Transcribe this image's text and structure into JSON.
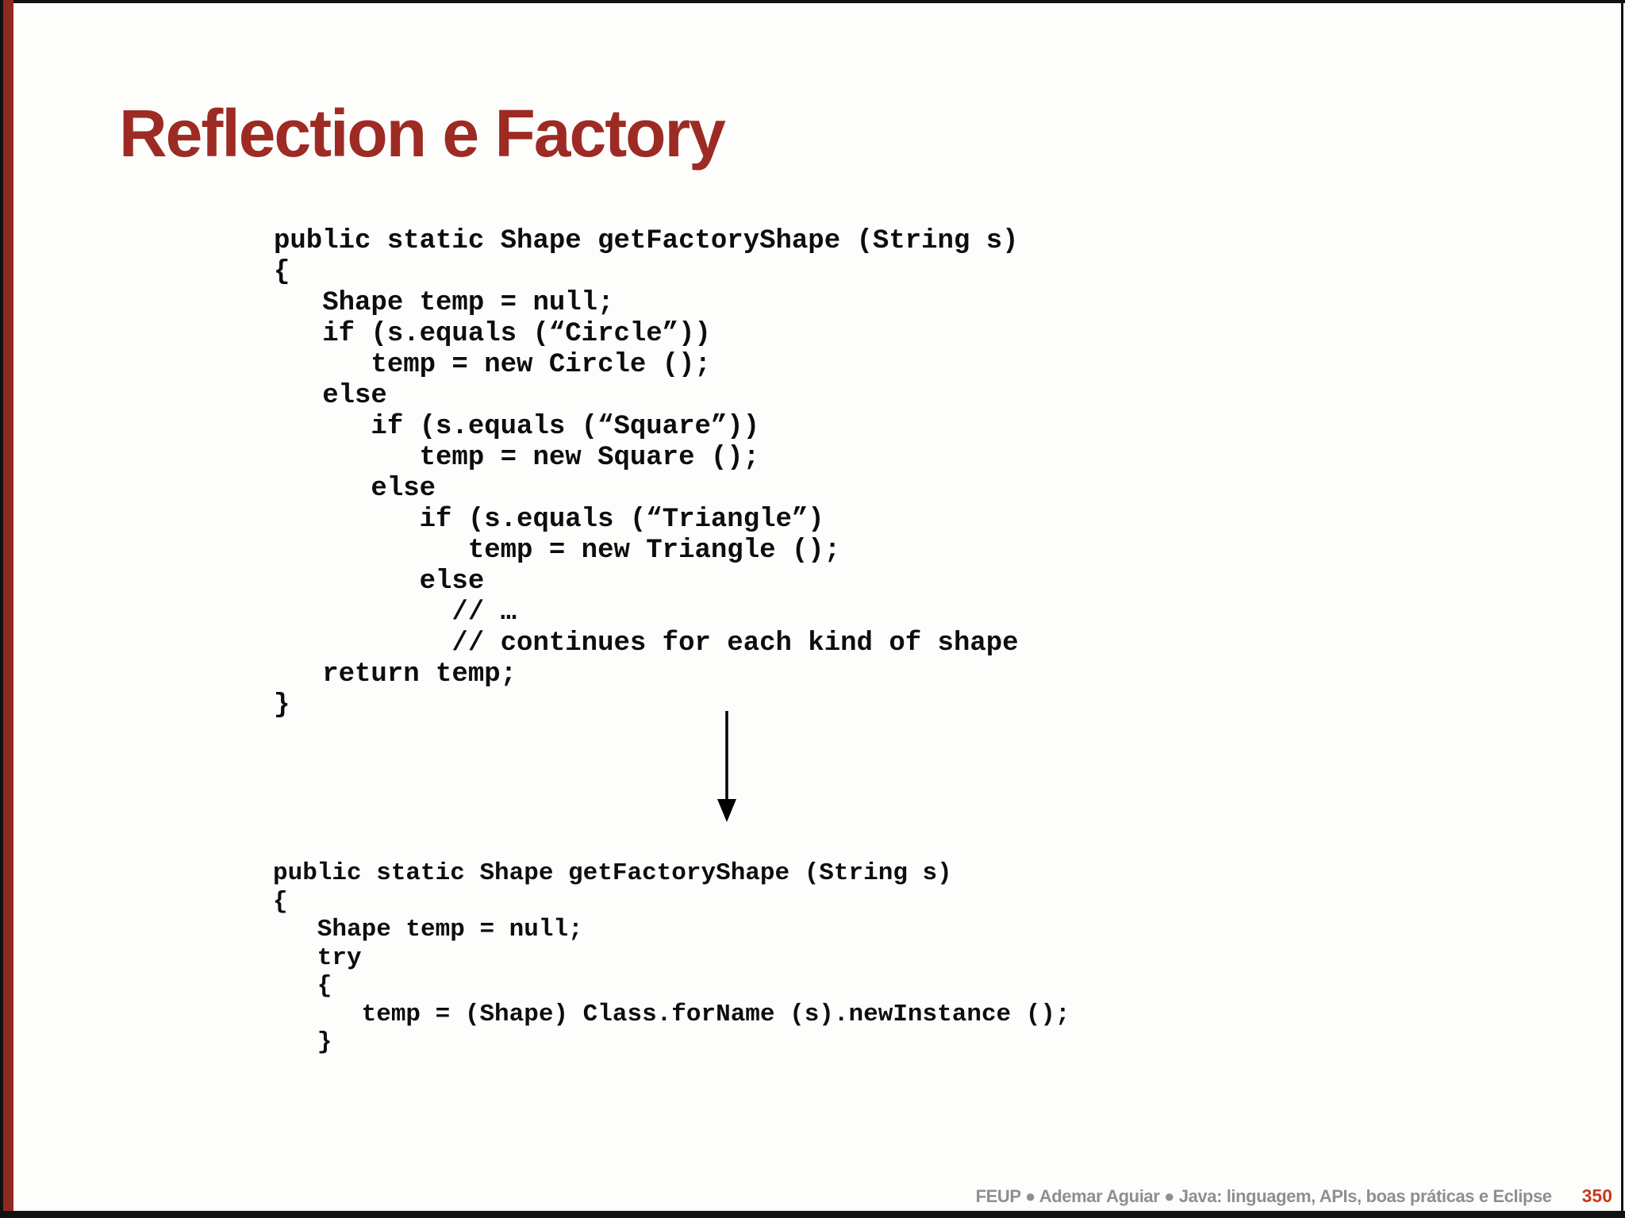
{
  "title": "Reflection e Factory",
  "code_blocks": [
    {
      "id": "if-else-factory",
      "lines": [
        "public static Shape getFactoryShape (String s)",
        "{",
        "   Shape temp = null;",
        "   if (s.equals (“Circle”))",
        "      temp = new Circle ();",
        "   else",
        "      if (s.equals (“Square”))",
        "         temp = new Square ();",
        "      else",
        "         if (s.equals (“Triangle”)",
        "            temp = new Triangle ();",
        "         else",
        "           // …",
        "           // continues for each kind of shape",
        "   return temp;",
        "}"
      ]
    },
    {
      "id": "reflection-factory",
      "lines": [
        "public static Shape getFactoryShape (String s)",
        "{",
        "   Shape temp = null;",
        "   try",
        "   {",
        "      temp = (Shape) Class.forName (s).newInstance ();",
        "   }"
      ]
    }
  ],
  "icons": {
    "between_blocks": "down-arrow"
  },
  "footer": {
    "credits": "FEUP ● Ademar Aguiar ● Java: linguagem, APIs, boas práticas e Eclipse",
    "page_number": "350"
  },
  "colors": {
    "title_red": "#9d2b24",
    "stripe_red": "#8f2a22",
    "page_red": "#c73a1e",
    "footer_gray": "#8d8f90",
    "code_black": "#0d0d0d",
    "bg": "#fdfefc",
    "border_black": "#121212"
  }
}
